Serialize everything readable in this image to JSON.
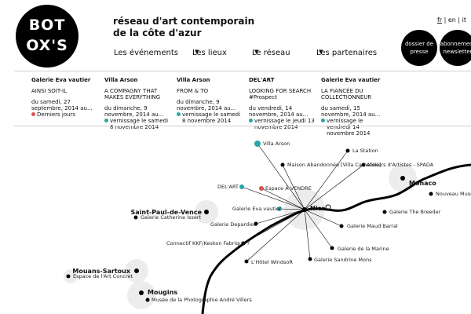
{
  "logo": {
    "line1": "BOT",
    "line2": "OX'S"
  },
  "site": {
    "title_line1": "réseau d'art contemporain",
    "title_line2": "de la côte d'azur"
  },
  "nav": [
    {
      "label": "Les événements",
      "caret": ""
    },
    {
      "label": "Les lieux",
      "caret": "▼"
    },
    {
      "label": "Le réseau",
      "caret": "▼"
    },
    {
      "label": "Les partenaires",
      "caret": "▼"
    }
  ],
  "lang": {
    "fr": "fr",
    "sep": " | ",
    "en": "en",
    "it": "it"
  },
  "buttons": {
    "press_line1": "dossier de",
    "press_line2": "presse",
    "newsletter_line1": "abonnement",
    "newsletter_line2": "newsletter"
  },
  "colors": {
    "accent_teal": "#2aa6a6",
    "accent_red": "#d9534f"
  },
  "events": [
    {
      "venue": "Galerie Eva vautier",
      "title": "AINSI SOIT-IL",
      "date": "du samedi, 27 septembre, 2014 au...",
      "status": "Derniers jours",
      "status_color": "#d9534f"
    },
    {
      "venue": "Villa Arson",
      "title": "A COMPAGNY THAT MAKES EVERYTHING",
      "date": "du dimanche, 9 novembre, 2014 au...",
      "status": "vernissage le samedi 8 novembre 2014",
      "status_color": "#2aa6a6"
    },
    {
      "venue": "Villa Arson",
      "title": "FROM & TO",
      "date": "du dimanche, 9 novembre, 2014 au...",
      "status": "vernissage le samedi 8 novembre 2014",
      "status_color": "#2aa6a6"
    },
    {
      "venue": "DEL'ART",
      "title": "LOOKING FOR SEARCH #Prospect",
      "date": "du vendredi, 14 novembre, 2014 au...",
      "status": "vernissage le jeudi 13 novembre 2014",
      "status_color": "#2aa6a6"
    },
    {
      "venue": "Galerie Eva vautier",
      "title": "LA FIANCÉE DU COLLECTIONNEUR",
      "date": "du samedi, 15 novembre, 2014 au...",
      "status": "vernissage le vendredi 14 novembre 2014",
      "status_color": "#2aa6a6"
    }
  ],
  "map": {
    "cities": [
      "Nice",
      "Monaco",
      "Saint-Paul-de-Vence",
      "Mouans-Sartoux",
      "Mougins"
    ],
    "venues": [
      "Villa Arson",
      "La Station",
      "Maison Abandonnée [Villa Cameline]",
      "Ateliers d'Artistes - SPADA",
      "DEL'ART",
      "Espace À VENDRE",
      "Galerie Eva vautier",
      "Galerie Depardieu",
      "Galerie Maud Barral",
      "Connectif KKF/Keskon Fabrique ?",
      "Galerie de la Marine",
      "L'Hôtel WindsoR",
      "Galerie Sandrine Mons",
      "Galerie Catherine Issert",
      "Espace de l'Art Concret",
      "Musée de la Photographie André Villers",
      "Galerie The Breeder",
      "Nouveau Musée National de Monaco [NMNM]"
    ]
  }
}
